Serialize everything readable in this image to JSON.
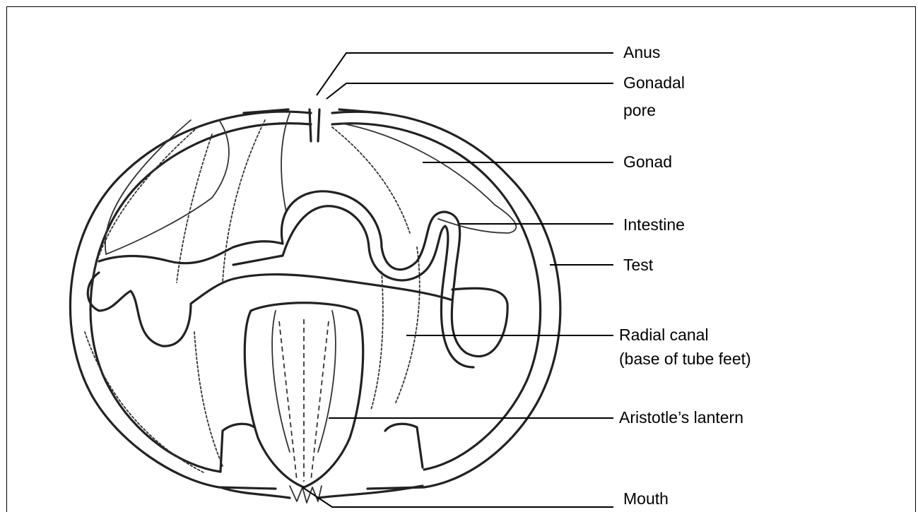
{
  "labels": {
    "anus": "Anus",
    "gonadal_pore_line1": "Gonadal",
    "gonadal_pore_line2": "pore",
    "gonad": "Gonad",
    "intestine": "Intestine",
    "test": "Test",
    "radial_canal_line1": "Radial canal",
    "radial_canal_line2": "(base of tube feet)",
    "aristotles_lantern": "Aristotle’s lantern",
    "mouth": "Mouth"
  }
}
